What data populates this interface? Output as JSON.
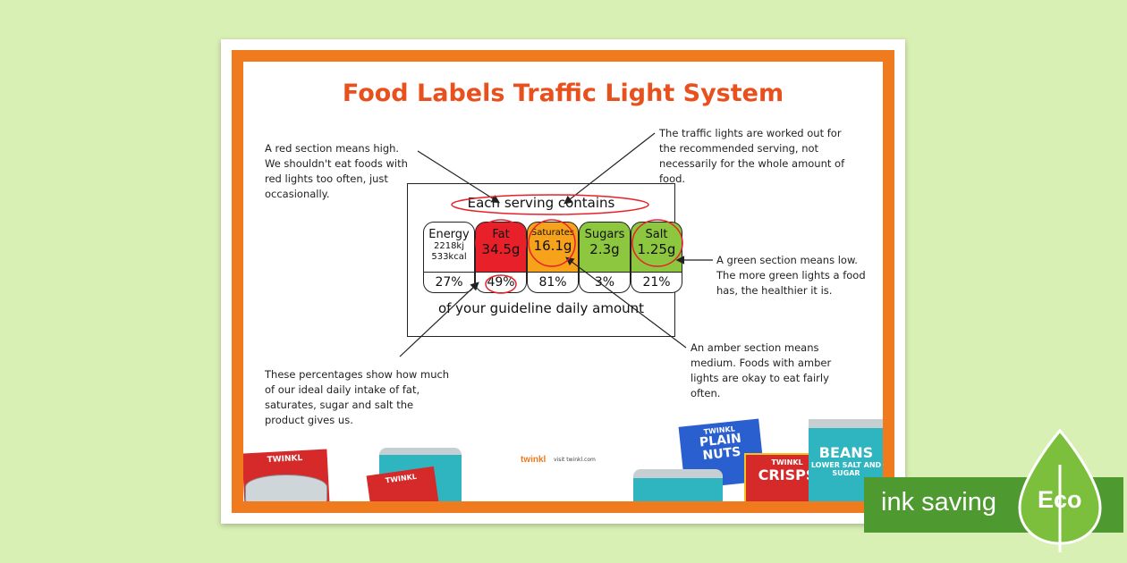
{
  "page": {
    "title": "Food Labels Traffic Light System"
  },
  "notes": {
    "red": "A red section means high. We shouldn't eat foods with red lights too often, just occasionally.",
    "serving": "The traffic lights are worked out for the recommended serving, not necessarily for the whole amount of food.",
    "green": "A green section means low. The more green lights a food has, the healthier it is.",
    "amber": "An amber section means medium. Foods with amber lights are okay to eat fairly often.",
    "percent": "These percentages show how much of our ideal daily intake of fat, saturates, sugar and salt the product gives us."
  },
  "label": {
    "top_text": "Each serving contains",
    "bottom_text": "of your guideline daily amount",
    "energy": {
      "name": "Energy",
      "kj": "2218kj",
      "kcal": "533kcal",
      "pct": "27%"
    },
    "nutrients": [
      {
        "name": "Fat",
        "value": "34.5g",
        "pct": "49%",
        "color": "#e8202a"
      },
      {
        "name": "Saturates",
        "value": "16.1g",
        "pct": "81%",
        "color": "#f7a21b"
      },
      {
        "name": "Sugars",
        "value": "2.3g",
        "pct": "3%",
        "color": "#8dc63f"
      },
      {
        "name": "Salt",
        "value": "1.25g",
        "pct": "21%",
        "color": "#8dc63f"
      }
    ]
  },
  "footer": {
    "logo": "twinkl",
    "url": "visit twinkl.com",
    "packs": [
      "TWINKL",
      "PLAIN NUTS",
      "CRISPS",
      "BEANS",
      "LOWER SALT AND SUGAR"
    ]
  },
  "badge": {
    "label": "ink saving",
    "eco": "Eco",
    "green": "#4e9a30"
  }
}
